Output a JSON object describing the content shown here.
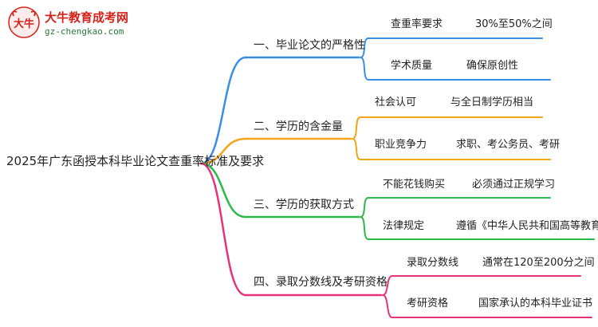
{
  "logo": {
    "mark_text": "大牛",
    "title": "大牛教育成考网",
    "url": "gz-chengkao.com"
  },
  "root": "2025年广东函授本科毕业论文查重率标准及要求",
  "branches": [
    {
      "label": "一、毕业论文的严格性",
      "color": "#3a8ee6",
      "leaves": [
        {
          "key": "查重率要求",
          "value": "30%至50%之间"
        },
        {
          "key": "学术质量",
          "value": "确保原创性"
        }
      ]
    },
    {
      "label": "二、学历的含金量",
      "color": "#f2a516",
      "leaves": [
        {
          "key": "社会认可",
          "value": "与全日制学历相当"
        },
        {
          "key": "职业竞争力",
          "value": "求职、考公务员、考研"
        }
      ]
    },
    {
      "label": "三、学历的获取方式",
      "color": "#2db84c",
      "leaves": [
        {
          "key": "不能花钱购买",
          "value": "必须通过正规学习"
        },
        {
          "key": "法律规定",
          "value": "遵循《中华人民共和国高等教育法》"
        }
      ]
    },
    {
      "label": "四、录取分数线及考研资格",
      "color": "#e6337a",
      "leaves": [
        {
          "key": "录取分数线",
          "value": "通常在120至200分之间"
        },
        {
          "key": "考研资格",
          "value": "国家承认的本科毕业证书"
        }
      ]
    }
  ]
}
